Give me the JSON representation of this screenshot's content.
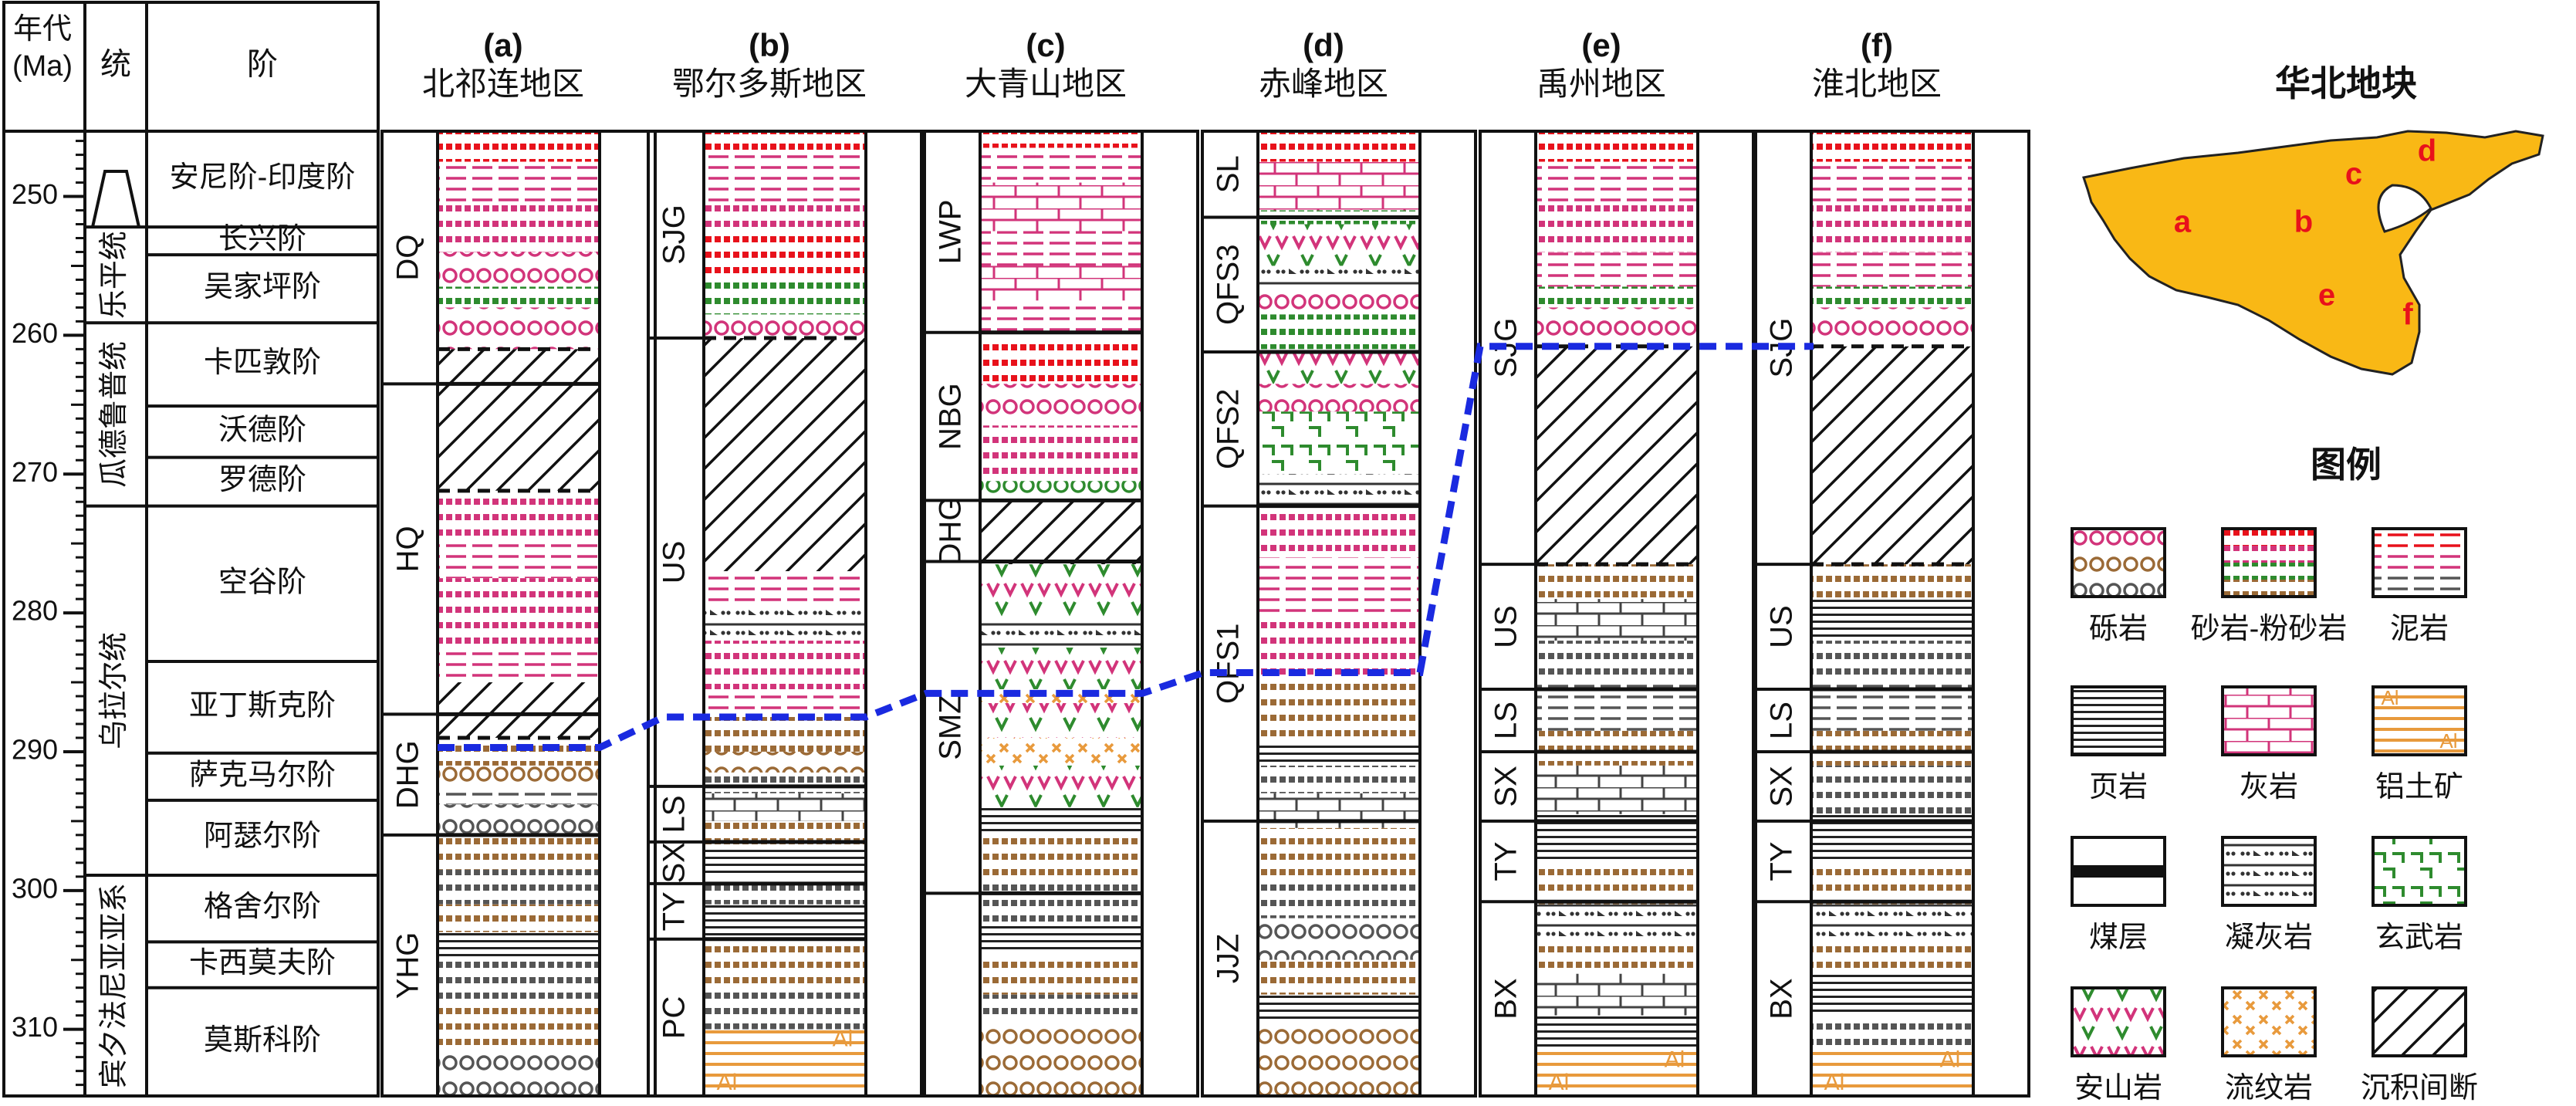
{
  "header": {
    "age_label_line1": "年代",
    "age_label_line2": "(Ma)",
    "series_label": "统",
    "stage_label": "阶"
  },
  "age_ticks": [
    "250",
    "260",
    "270",
    "280",
    "290",
    "300",
    "310"
  ],
  "series": [
    "乐平统",
    "瓜德鲁普统",
    "乌拉尔统",
    "宾夕法尼亚亚系"
  ],
  "stages": [
    "安尼阶-印度阶",
    "长兴阶",
    "吴家坪阶",
    "卡匹敦阶",
    "沃德阶",
    "罗德阶",
    "空谷阶",
    "亚丁斯克阶",
    "萨克马尔阶",
    "阿瑟尔阶",
    "格舍尔阶",
    "卡西莫夫阶",
    "莫斯科阶"
  ],
  "regions": [
    {
      "letter": "(a)",
      "name": "北祁连地区",
      "units": [
        "DQ",
        "HQ",
        "DHG",
        "YHG"
      ]
    },
    {
      "letter": "(b)",
      "name": "鄂尔多斯地区",
      "units": [
        "SJG",
        "US",
        "LS",
        "SX",
        "TY",
        "PC"
      ]
    },
    {
      "letter": "(c)",
      "name": "大青山地区",
      "units": [
        "LWP",
        "NBG",
        "DHG",
        "SMZ"
      ]
    },
    {
      "letter": "(d)",
      "name": "赤峰地区",
      "units": [
        "SL",
        "QFS3",
        "QFS2",
        "QFS1",
        "JJZ"
      ]
    },
    {
      "letter": "(e)",
      "name": "禹州地区",
      "units": [
        "SJG",
        "US",
        "LS",
        "SX",
        "TY",
        "BX"
      ]
    },
    {
      "letter": "(f)",
      "name": "淮北地区",
      "units": [
        "SJG",
        "US",
        "LS",
        "SX",
        "TY",
        "BX"
      ]
    }
  ],
  "al_label": "Al",
  "map": {
    "title": "华北地块",
    "fill_color": "#f9b815",
    "letters": [
      "a",
      "b",
      "c",
      "d",
      "e",
      "f"
    ]
  },
  "legend": {
    "title": "图例",
    "items": [
      {
        "label": "砾岩",
        "pattern": "conglomerate"
      },
      {
        "label": "砂岩-粉砂岩",
        "pattern": "sandstone"
      },
      {
        "label": "泥岩",
        "pattern": "mudstone"
      },
      {
        "label": "页岩",
        "pattern": "shale"
      },
      {
        "label": "灰岩",
        "pattern": "limestone"
      },
      {
        "label": "铝土矿",
        "pattern": "bauxite"
      },
      {
        "label": "煤层",
        "pattern": "coal"
      },
      {
        "label": "凝灰岩",
        "pattern": "tuff"
      },
      {
        "label": "玄武岩",
        "pattern": "basalt"
      },
      {
        "label": "安山岩",
        "pattern": "andesite"
      },
      {
        "label": "流纹岩",
        "pattern": "rhyolite"
      },
      {
        "label": "沉积间断",
        "pattern": "hiatus"
      }
    ]
  },
  "colors": {
    "red": "#e8111b",
    "pink": "#d2347a",
    "green": "#2e8b2e",
    "brown": "#9b6a36",
    "orange": "#e89a3c",
    "gray": "#555555",
    "dashed_line": "#1a2ae0"
  }
}
